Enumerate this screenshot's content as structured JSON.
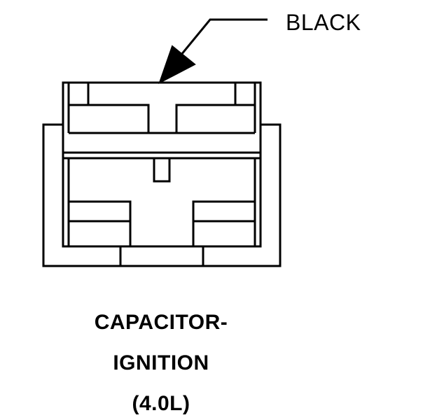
{
  "callout": {
    "label": "BLACK"
  },
  "caption": {
    "line1": "CAPACITOR-",
    "line2": "IGNITION",
    "line3": "(4.0L)"
  },
  "colors": {
    "stroke": "#000000",
    "background": "#ffffff"
  }
}
